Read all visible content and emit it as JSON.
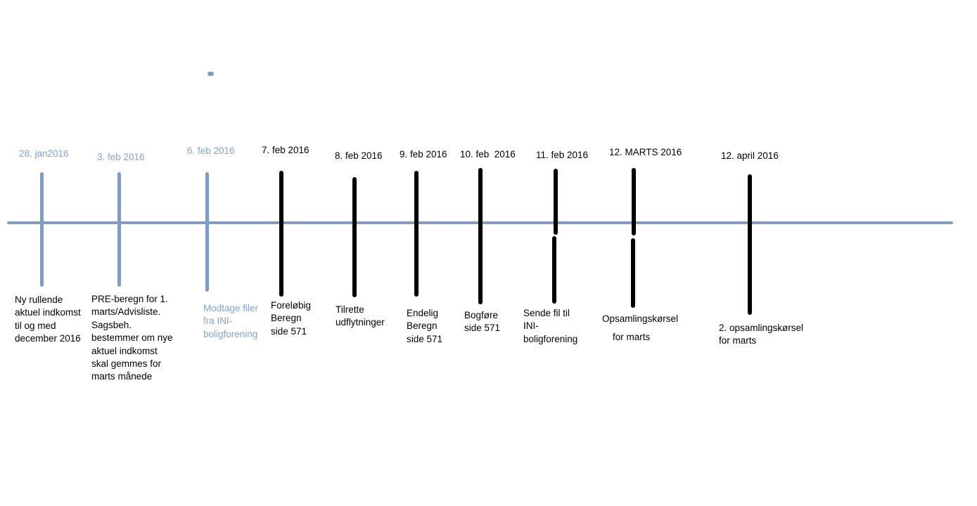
{
  "palette": {
    "blue_line": "#7D9CC8",
    "blue_text": "#7FA3D6",
    "black": "#000000"
  },
  "diagram_type": "timeline",
  "events": [
    {
      "date": "28. jan2016",
      "accent": "blue",
      "description": "Ny rullende\naktuel indkomst\ntil og med\ndecember 2016"
    },
    {
      "date": "3. feb 2016",
      "accent": "blue",
      "description": "PRE-beregn for 1.\nmarts/Advisliste.\nSagsbeh.\nbestemmer om nye\naktuel indkomst\nskal gemmes for\nmarts månede"
    },
    {
      "date": "6. feb 2016",
      "accent": "blue",
      "description": "Modtage filer\nfra INI-\nboligforening"
    },
    {
      "date": "7. feb 2016",
      "accent": "black",
      "description": "Foreløbig\nBeregn\nside 571"
    },
    {
      "date": "8. feb 2016",
      "accent": "black",
      "description": "Tilrette\nudflytninger"
    },
    {
      "date": "9. feb 2016",
      "accent": "black",
      "description": "Endelig\nBeregn\nside 571"
    },
    {
      "date": "10. feb  2016",
      "accent": "black",
      "description": "Bogføre\nside 571"
    },
    {
      "date": "11. feb 2016",
      "accent": "black",
      "description": "Sende fil til\nINI-\nboligforening"
    },
    {
      "date": "12. MARTS 2016",
      "accent": "black",
      "description": "Opsamlingskørsel\n    for marts"
    },
    {
      "date": "12. april 2016",
      "accent": "black",
      "description": "2. opsamlingskørsel\nfor marts"
    }
  ]
}
